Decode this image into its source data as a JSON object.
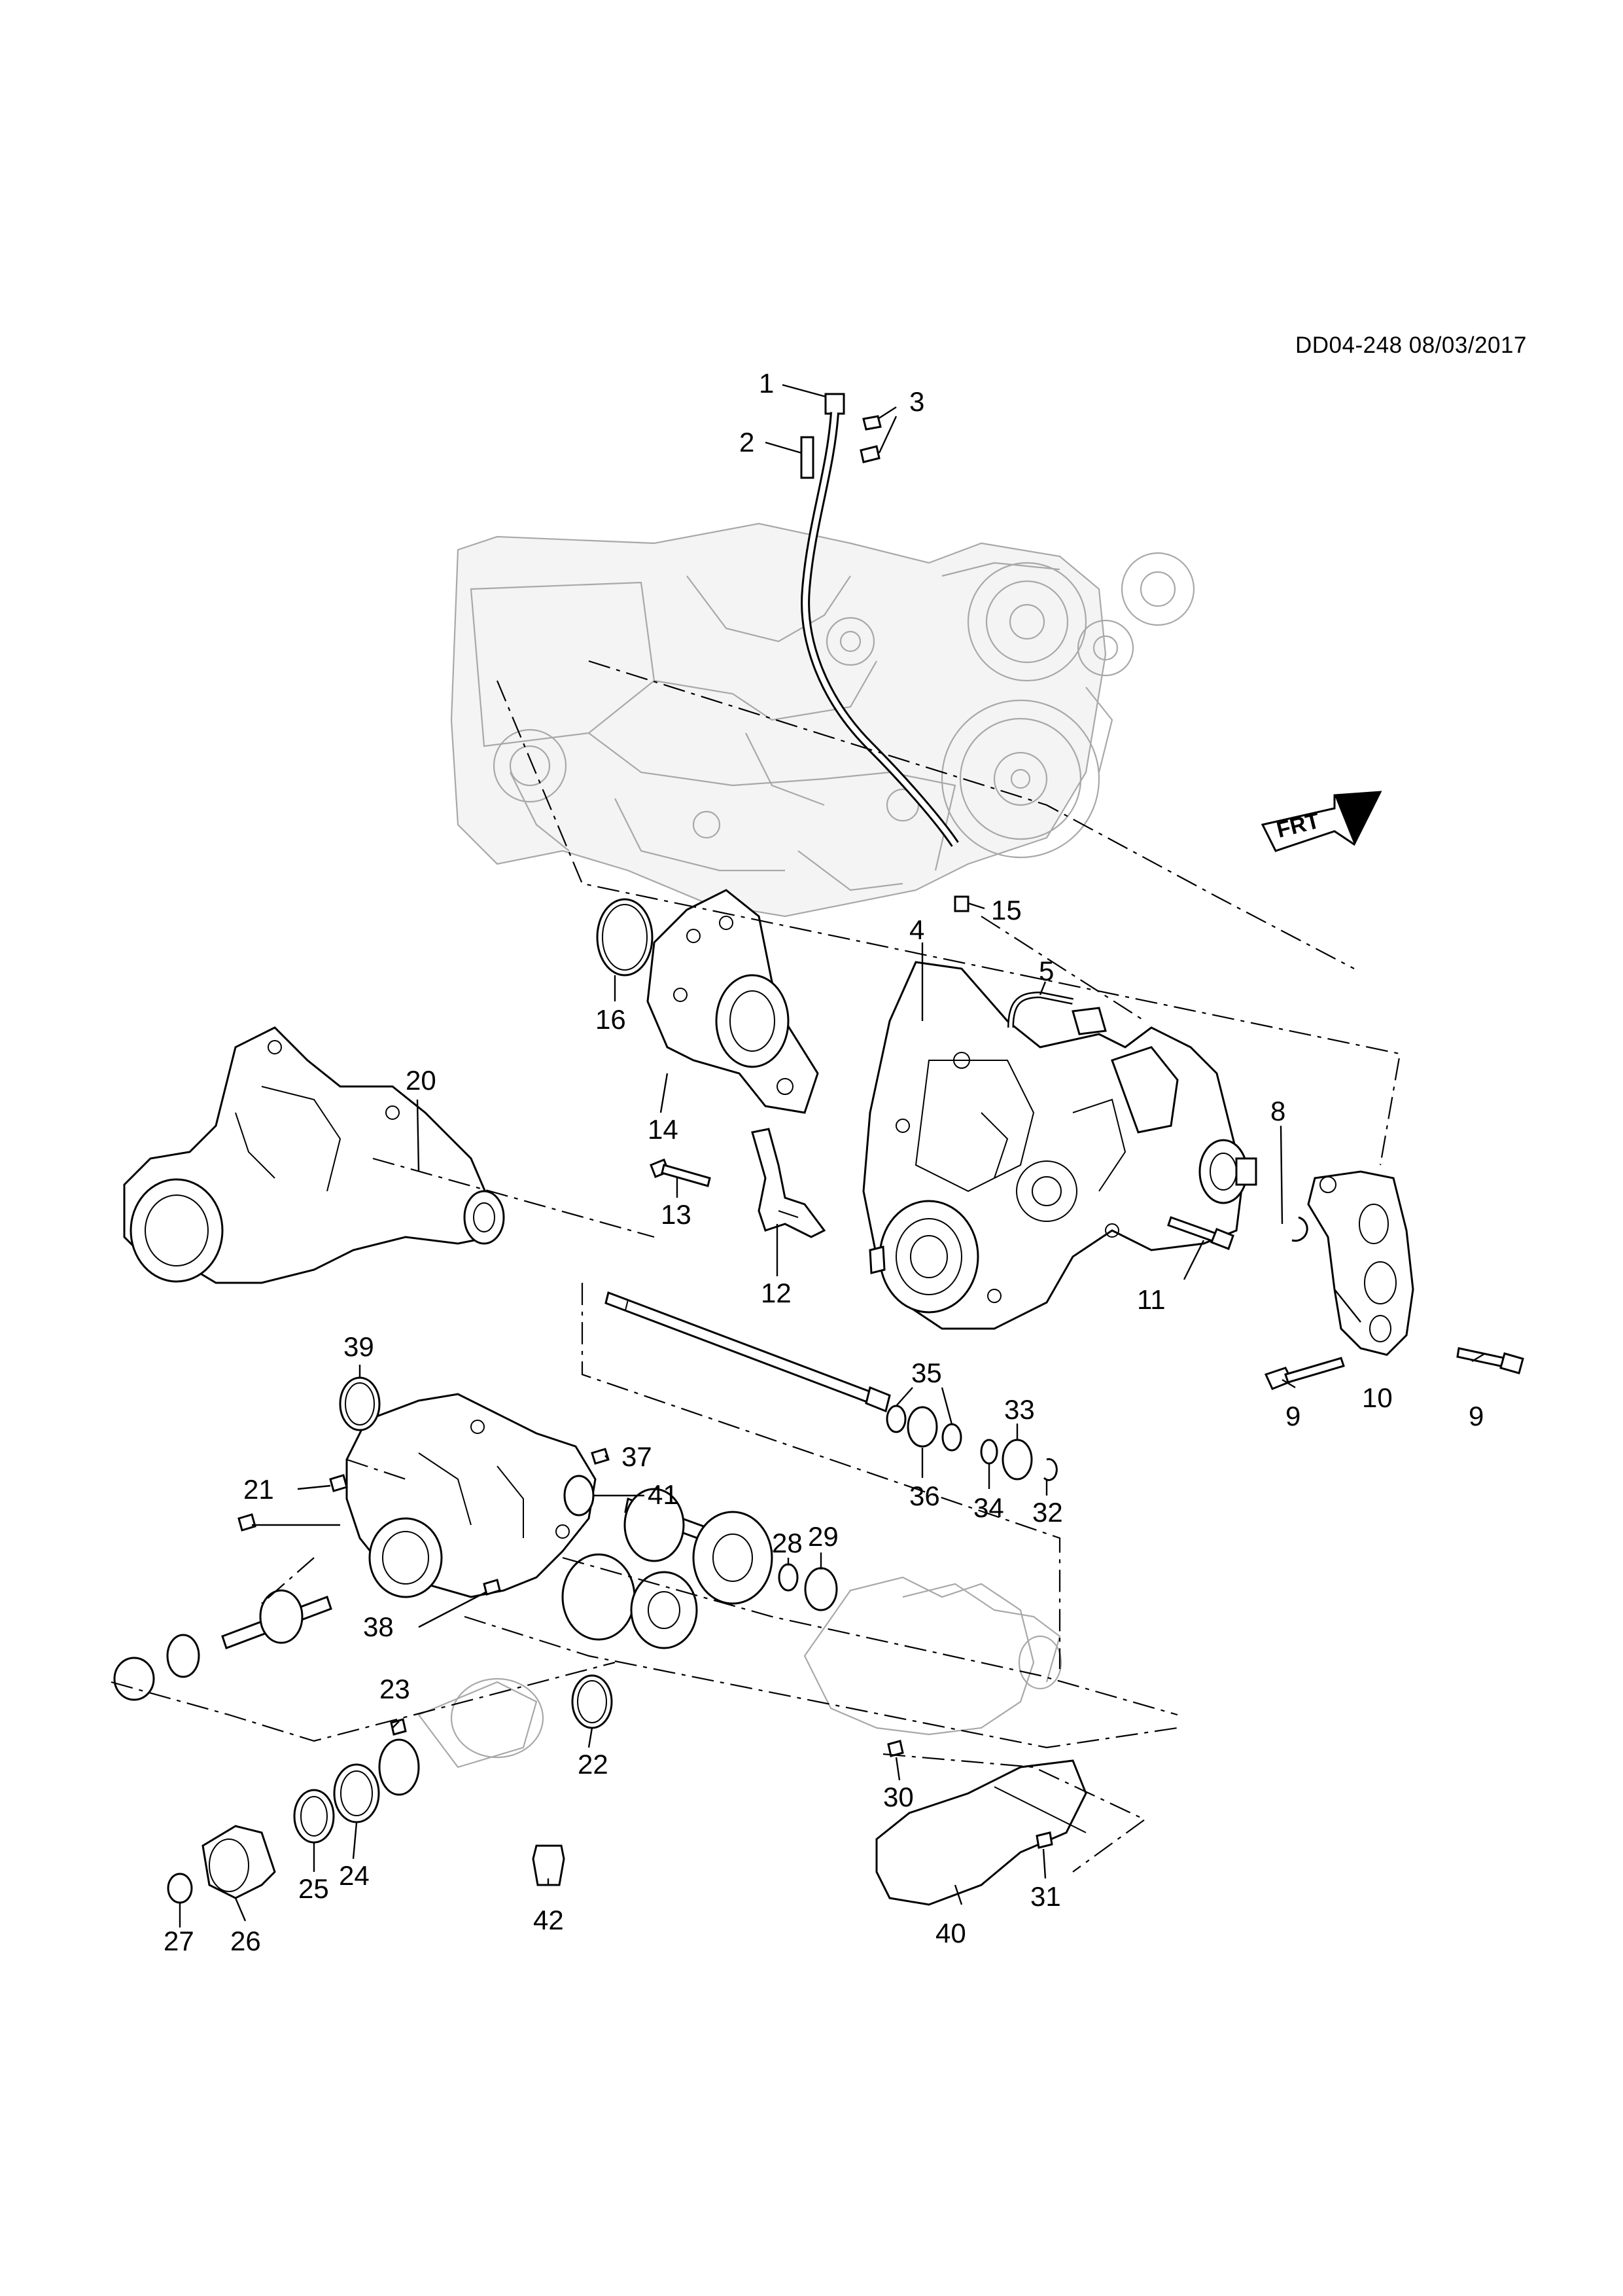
{
  "document_ref": "DD04-248 08/03/2017",
  "direction_marker": {
    "label": "FRT",
    "icon": "front-direction-arrow-icon"
  },
  "callouts": [
    {
      "id": "1",
      "label": "1"
    },
    {
      "id": "2",
      "label": "2"
    },
    {
      "id": "3",
      "label": "3"
    },
    {
      "id": "4",
      "label": "4"
    },
    {
      "id": "5",
      "label": "5"
    },
    {
      "id": "8",
      "label": "8"
    },
    {
      "id": "9a",
      "label": "9"
    },
    {
      "id": "9b",
      "label": "9"
    },
    {
      "id": "10",
      "label": "10"
    },
    {
      "id": "11",
      "label": "11"
    },
    {
      "id": "12",
      "label": "12"
    },
    {
      "id": "13",
      "label": "13"
    },
    {
      "id": "14",
      "label": "14"
    },
    {
      "id": "15",
      "label": "15"
    },
    {
      "id": "16",
      "label": "16"
    },
    {
      "id": "20",
      "label": "20"
    },
    {
      "id": "21",
      "label": "21"
    },
    {
      "id": "22",
      "label": "22"
    },
    {
      "id": "23",
      "label": "23"
    },
    {
      "id": "24",
      "label": "24"
    },
    {
      "id": "25",
      "label": "25"
    },
    {
      "id": "26",
      "label": "26"
    },
    {
      "id": "27",
      "label": "27"
    },
    {
      "id": "28",
      "label": "28"
    },
    {
      "id": "29",
      "label": "29"
    },
    {
      "id": "30",
      "label": "30"
    },
    {
      "id": "31",
      "label": "31"
    },
    {
      "id": "32",
      "label": "32"
    },
    {
      "id": "33",
      "label": "33"
    },
    {
      "id": "34",
      "label": "34"
    },
    {
      "id": "35",
      "label": "35"
    },
    {
      "id": "36",
      "label": "36"
    },
    {
      "id": "37",
      "label": "37"
    },
    {
      "id": "38",
      "label": "38"
    },
    {
      "id": "39",
      "label": "39"
    },
    {
      "id": "40",
      "label": "40"
    },
    {
      "id": "41",
      "label": "41"
    },
    {
      "id": "42",
      "label": "42"
    }
  ]
}
